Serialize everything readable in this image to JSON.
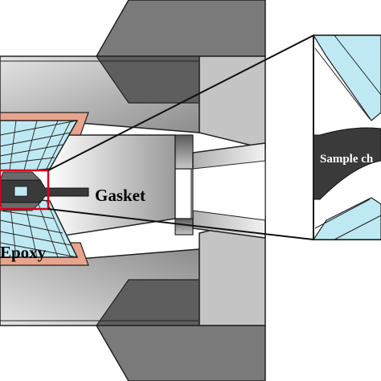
{
  "labels": {
    "gasket": "Gasket",
    "epoxy": "Epoxy",
    "sample_chamber": "Sample ch"
  },
  "colors": {
    "steel_dark": "#707070",
    "steel_mid": "#a8a8a8",
    "steel_light": "#d0d0d0",
    "epoxy": "#e8a48c",
    "diamond": "#bfe9f2",
    "gasket": "#3a3a3a",
    "highlight_box": "#d8001c"
  }
}
